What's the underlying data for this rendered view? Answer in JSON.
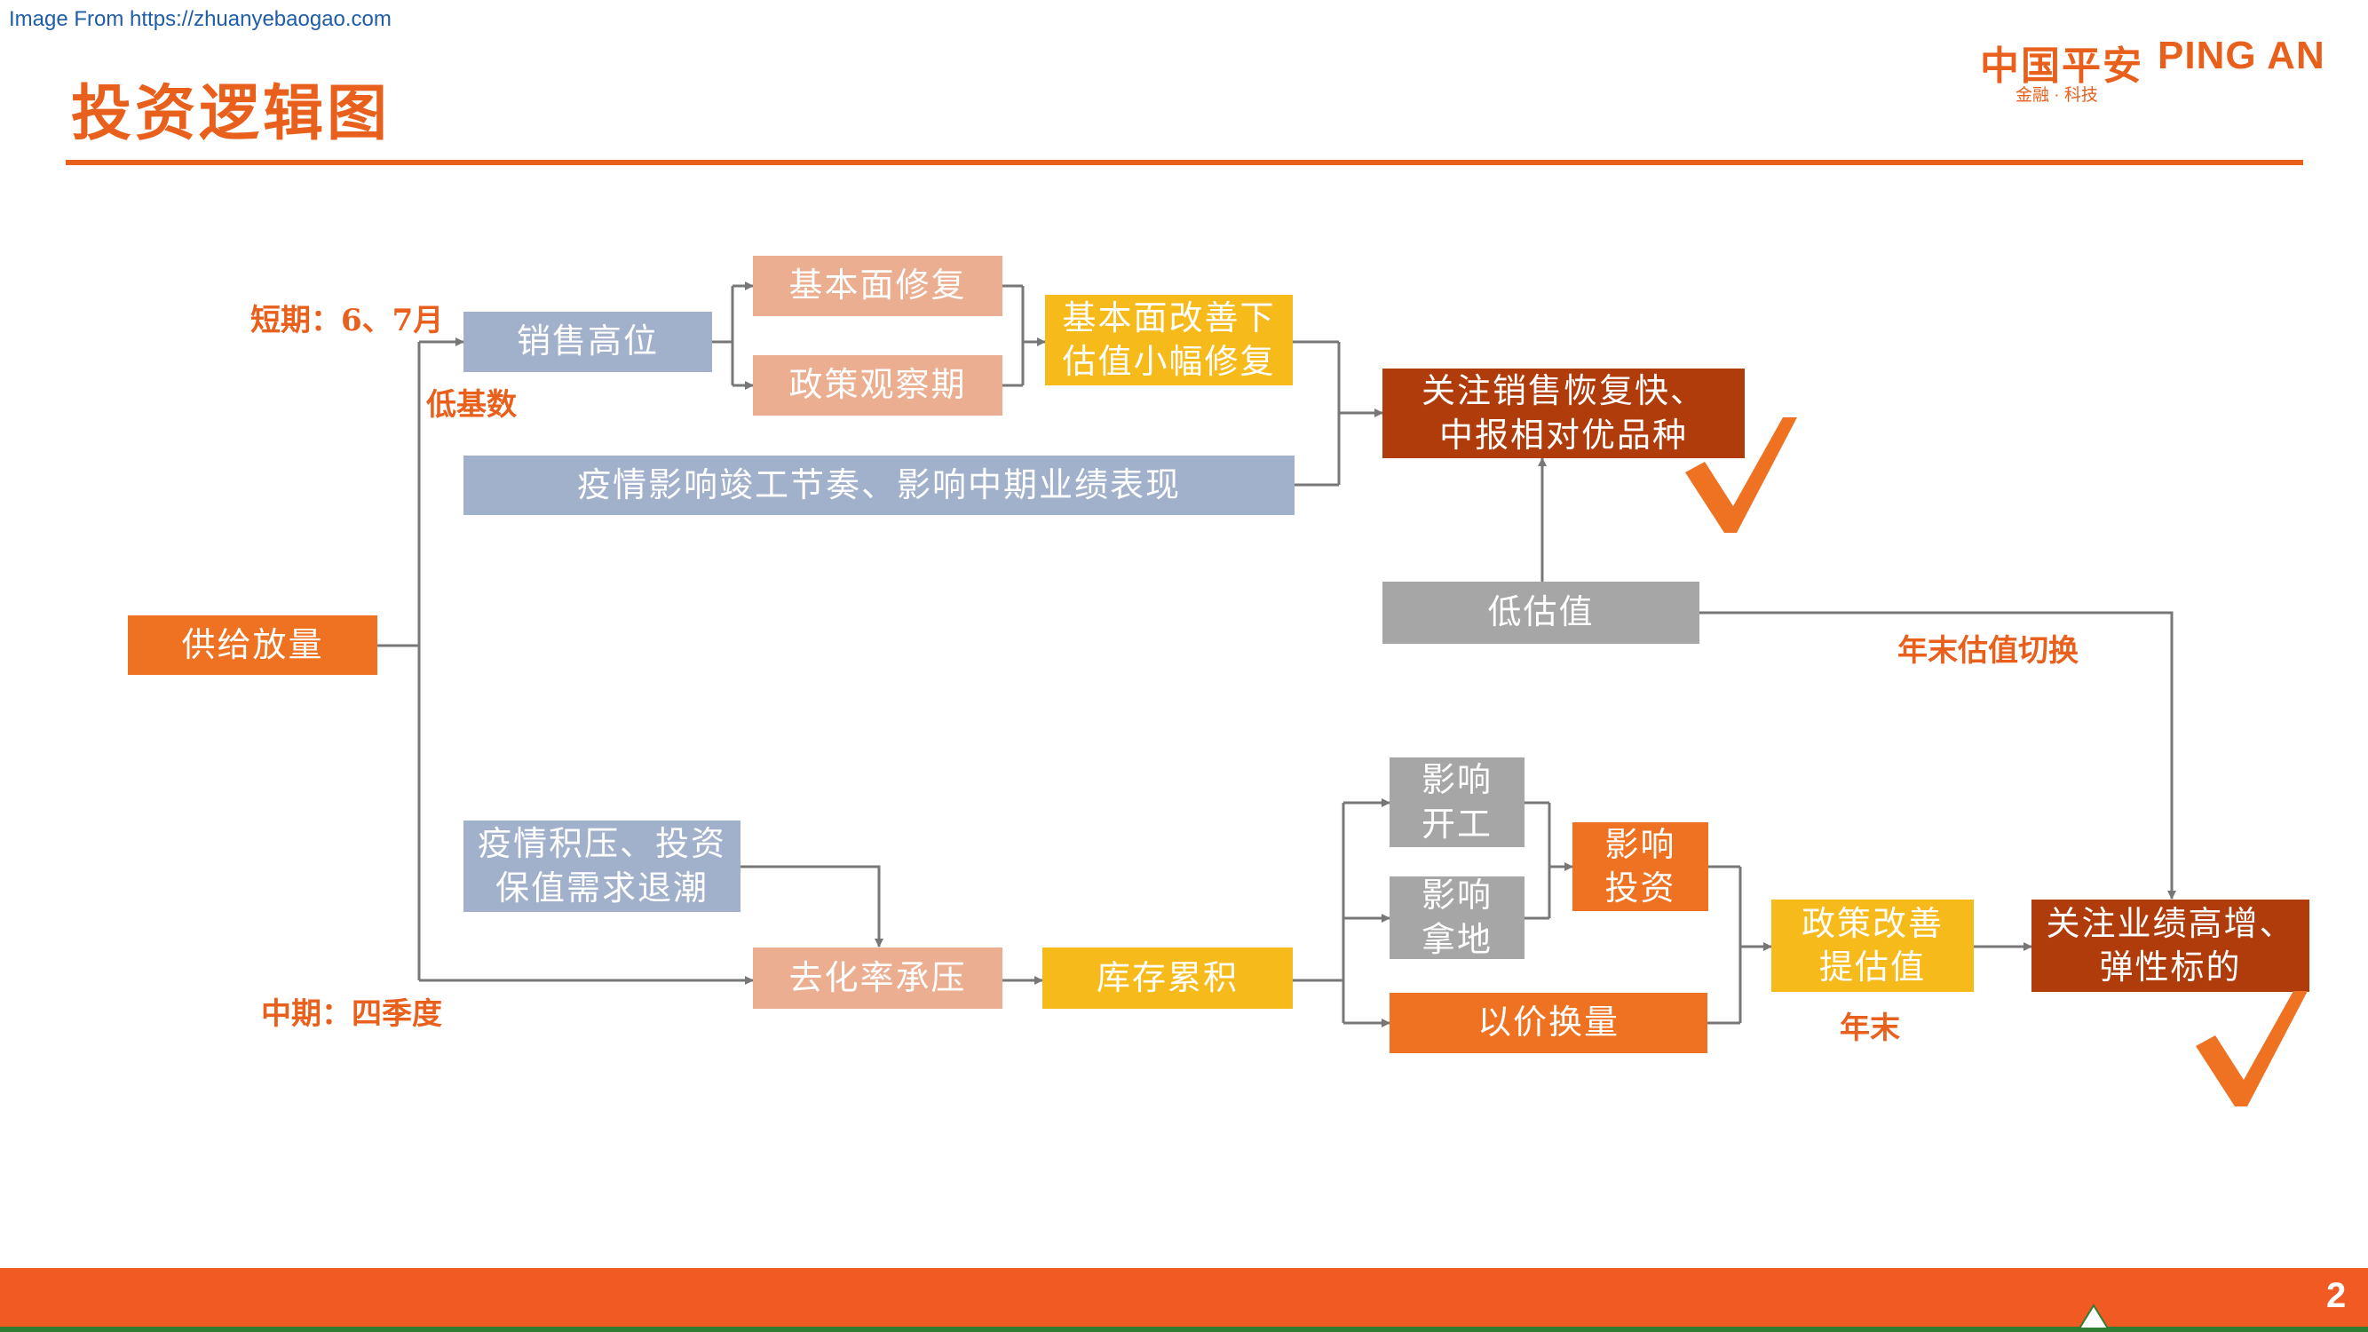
{
  "watermark": "Image From https://zhuanyebaogao.com",
  "title": "投资逻辑图",
  "logo": {
    "cn": "中国平安",
    "en": "PING AN",
    "sub": "金融 · 科技"
  },
  "page_number": "2",
  "colors": {
    "accent": "#E8601C",
    "orange": "#EE7222",
    "salmon": "#EBAE90",
    "bluegray": "#A2B1CB",
    "yellow": "#F6BA1A",
    "darkred": "#B03C0C",
    "gray": "#A6A6A6",
    "connector": "#777777"
  },
  "labels": {
    "short_term": "短期：6、7月",
    "low_base": "低基数",
    "year_end_switch": "年末估值切换",
    "mid_term": "中期：四季度",
    "year_end": "年末"
  },
  "nodes": {
    "supply": "供给放量",
    "sales_high": "销售高位",
    "fundamental_repair": "基本面修复",
    "policy_watch": "政策观察期",
    "valuation_repair": "基本面改善下\n估值小幅修复",
    "epidemic_completion": "疫情影响竣工节奏、影响中期业绩表现",
    "focus_sales": "关注销售恢复快、\n中报相对优品种",
    "low_valuation": "低估值",
    "epidemic_backlog": "疫情积压、投资\n保值需求退潮",
    "destock_pressure": "去化率承压",
    "inventory": "库存累积",
    "affect_construction": "影响\n开工",
    "affect_land": "影响\n拿地",
    "affect_investment": "影响\n投资",
    "price_for_volume": "以价换量",
    "policy_improve": "政策改善\n提估值",
    "focus_growth": "关注业绩高增、\n弹性标的"
  }
}
